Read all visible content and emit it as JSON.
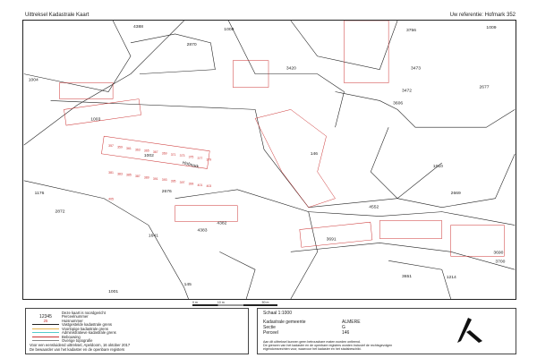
{
  "header": {
    "title": "Uittreksel Kadastrale Kaart",
    "reference": "Uw referentie: Hofmark 352"
  },
  "map": {
    "street": "Hofmark",
    "parcels": [
      "4388",
      "2870",
      "1008",
      "1009",
      "3420",
      "3473",
      "3756",
      "1004",
      "3472",
      "3606",
      "2677",
      "1003",
      "1002",
      "2676",
      "146",
      "1010",
      "1176",
      "2872",
      "4552",
      "3691",
      "2669",
      "1641",
      "4383",
      "4382",
      "1001",
      "145",
      "3651",
      "1214",
      "3690",
      "3700"
    ],
    "house_number_samples": [
      "357",
      "359",
      "361",
      "363",
      "365",
      "367",
      "369",
      "371",
      "373",
      "375",
      "377",
      "379",
      "381",
      "383",
      "385",
      "387",
      "389",
      "391",
      "393",
      "395",
      "397",
      "399",
      "401",
      "403",
      "405"
    ]
  },
  "scale_bar": {
    "labels": [
      "0 m",
      "10 m",
      "50 m"
    ]
  },
  "legend": {
    "sample_number": "12345",
    "sample_house": "25",
    "items": [
      "Deze kaart is noordgericht",
      "Perceelnummer",
      "Huisnummer",
      "Vastgestelde kadastrale grens",
      "Voorlopige kadastrale grens",
      "Administratieve kadastrale grens",
      "Bebouwing",
      "Overige topografie"
    ],
    "footer1": "Voor een eensluidend uittreksel, Apeldoorn, 16 oktober 2017",
    "footer2": "De bewaarder van het kadaster en de openbare registers"
  },
  "info": {
    "scale": "Schaal 1:1000",
    "rows": [
      {
        "k": "Kadastrale gemeente",
        "v": "ALMERE"
      },
      {
        "k": "Sectie",
        "v": "G"
      },
      {
        "k": "Perceel",
        "v": "146"
      }
    ],
    "disclaimer1": "Aan dit uittreksel kunnen geen betrouwbare maten worden ontleend.",
    "disclaimer2": "De grenzen van het kadaster en de openbare registers worden inclusief de rechtsgevolgen",
    "disclaimer3": "eigendomsrechten voor, waarvoor het kadaster en het stadsbeschikt."
  },
  "colors": {
    "boundary": "#222222",
    "building": "#cc3333",
    "house": "#cc3333"
  }
}
